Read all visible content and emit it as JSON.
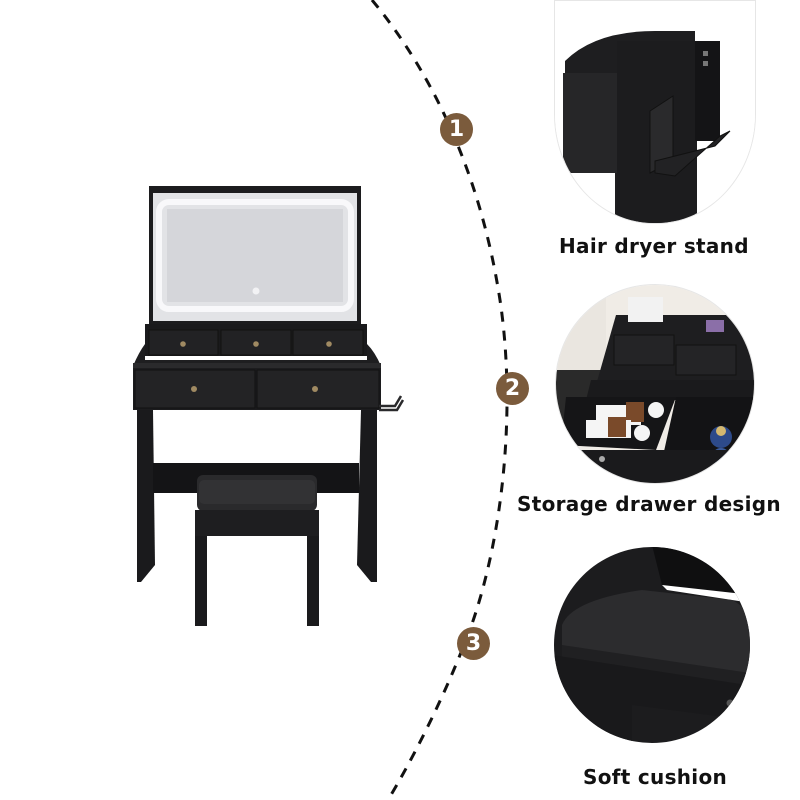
{
  "features": [
    {
      "number": "1",
      "label": "Hair dryer stand",
      "icon": "hair-dryer-stand-closeup"
    },
    {
      "number": "2",
      "label": "Storage drawer design",
      "icon": "storage-drawer-closeup"
    },
    {
      "number": "3",
      "label": "Soft cushion",
      "icon": "soft-cushion-closeup"
    }
  ],
  "product": {
    "name": "vanity-desk-with-lighted-mirror-and-stool",
    "icon": "vanity-desk-illustration"
  },
  "colors": {
    "badge": "#7b5b3c",
    "furniture": "#1c1c1e",
    "mirror": "#d8d9dc",
    "led_ring": "#f4f4f6",
    "knob": "#a08a62"
  }
}
